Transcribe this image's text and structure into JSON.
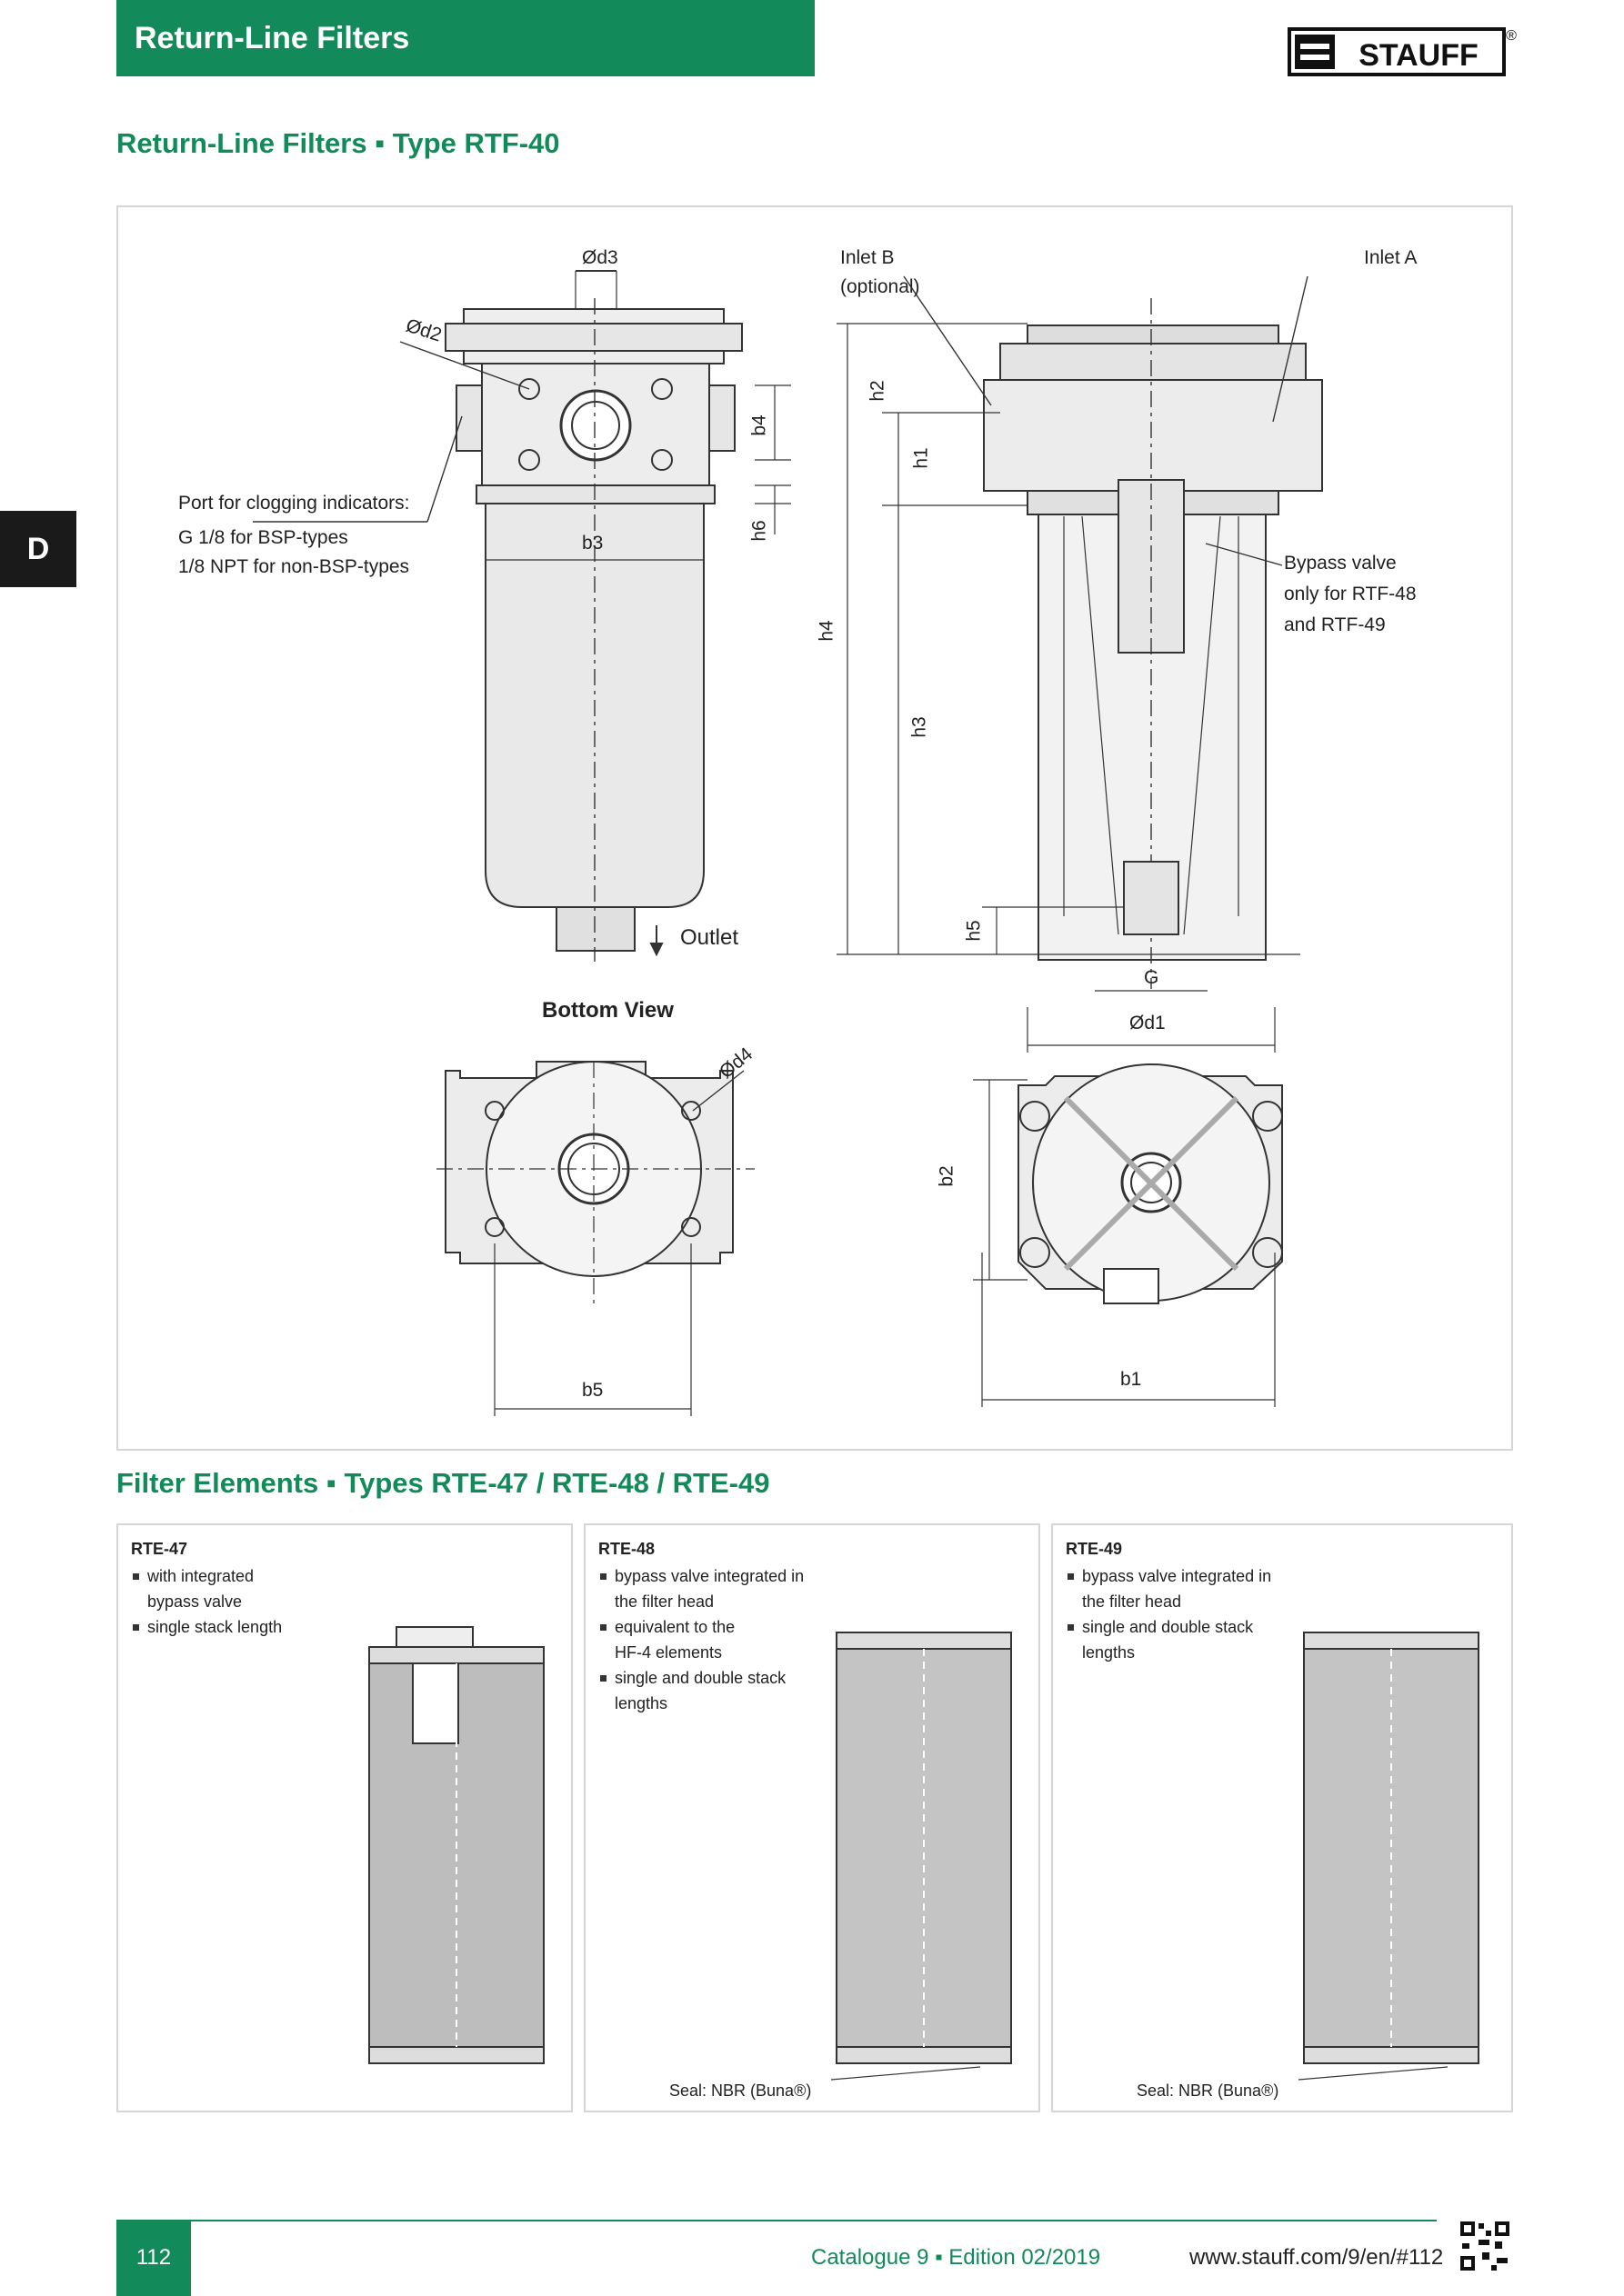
{
  "header": {
    "title": "Return-Line Filters",
    "brand": "STAUFF",
    "registered": "®"
  },
  "side_tab": "D",
  "section1": {
    "title": "Return-Line Filters ▪ Type RTF-40"
  },
  "drawing": {
    "labels": {
      "d3": "Ød3",
      "d2": "Ød2",
      "b4": "b4",
      "b3": "b3",
      "h6": "h6",
      "port_title": "Port for clogging indicators:",
      "port_line1": "G 1/8 for BSP-types",
      "port_line2": "1/8 NPT for non-BSP-types",
      "outlet": "Outlet",
      "inlet_b": "Inlet B",
      "inlet_b_opt": "(optional)",
      "inlet_a": "Inlet A",
      "h2": "h2",
      "h1": "h1",
      "h4": "h4",
      "h3": "h3",
      "h5": "h5",
      "bypass1": "Bypass valve",
      "bypass2": "only for RTF-48",
      "bypass3": "and RTF-49",
      "g": "G",
      "d1": "Ød1",
      "bottom_view": "Bottom View",
      "d4": "Ød4",
      "b5": "b5",
      "b2": "b2",
      "b1": "b1"
    }
  },
  "section2": {
    "title": "Filter Elements ▪ Types RTE-47 / RTE-48 / RTE-49"
  },
  "elements": [
    {
      "name": "RTE-47",
      "bullets": [
        "with integrated bypass valve",
        "single stack length"
      ],
      "seal": ""
    },
    {
      "name": "RTE-48",
      "bullets": [
        "bypass valve integrated in the filter head",
        "equivalent to the HF-4 elements",
        "single and double stack lengths"
      ],
      "seal": "Seal: NBR (Buna®)"
    },
    {
      "name": "RTE-49",
      "bullets": [
        "bypass valve integrated in the filter head",
        "single and double stack lengths"
      ],
      "seal": "Seal: NBR (Buna®)"
    }
  ],
  "footer": {
    "page": "112",
    "catalogue": "Catalogue 9 ▪ Edition 02/2019",
    "url": "www.stauff.com/9/en/#112"
  }
}
